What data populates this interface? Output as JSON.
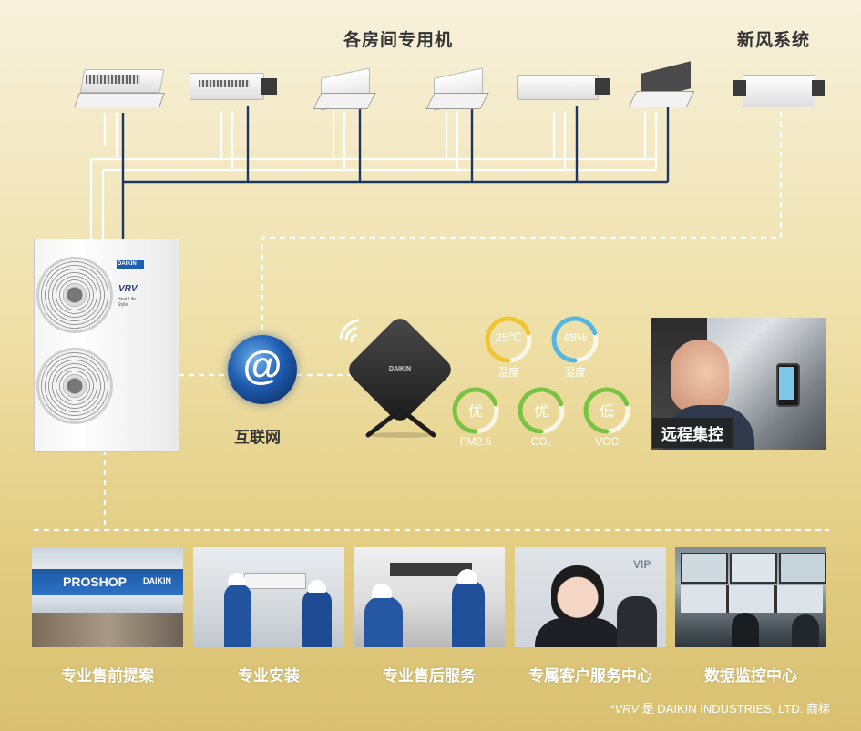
{
  "headings": {
    "indoor_units": "各房间专用机",
    "fresh_air": "新风系统"
  },
  "outdoor_unit": {
    "brand": "DAIKIN",
    "model": "VRV",
    "tagline": "Heat Life Style"
  },
  "internet": {
    "symbol": "@",
    "label": "互联网"
  },
  "gateway": {
    "brand": "DAIKIN"
  },
  "sensors": [
    {
      "value": "25℃",
      "label": "温度",
      "color": "#f0c531"
    },
    {
      "value": "48%",
      "label": "湿度",
      "color": "#57b6e0"
    },
    {
      "value": "优",
      "label": "PM2.5",
      "color": "#7cc242"
    },
    {
      "value": "优",
      "label": "CO₂",
      "color": "#7cc242"
    },
    {
      "value": "低",
      "label": "VOC",
      "color": "#7cc242"
    }
  ],
  "remote_control": {
    "label": "远程集控"
  },
  "services": [
    {
      "caption": "专业售前提案",
      "sign": "PROSHOP",
      "sign_sub": "DAIKIN"
    },
    {
      "caption": "专业安装"
    },
    {
      "caption": "专业售后服务"
    },
    {
      "caption": "专属客户服务中心",
      "sign": "VIP"
    },
    {
      "caption": "数据监控中心"
    }
  ],
  "footnote": {
    "mark": "*VRV",
    "text": " 是 DAIKIN INDUSTRIES, LTD. 商标"
  },
  "colors": {
    "pipe_navy": "#1c3563",
    "pipe_white": "#ffffff",
    "daikin_blue": "#1d5fae"
  }
}
